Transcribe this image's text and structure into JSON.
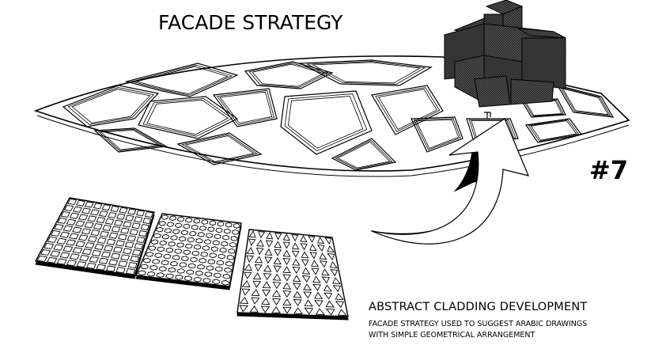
{
  "heading": "FACADE STRATEGY",
  "badge": "#7",
  "caption": {
    "title": "ABSTRACT CLADDING DEVELOPMENT",
    "line1": "FACADE STRATEGY USED TO SUGGEST ARABIC DRAWINGS",
    "line2": "WITH SIMPLE GEOMETRICAL  ARRANGEMENT"
  },
  "colors": {
    "ink": "#000000",
    "paper": "#ffffff",
    "panel": "#4a4a4a"
  },
  "grids": [
    {
      "name": "square-grid-panel",
      "pattern": "square"
    },
    {
      "name": "hexagonal-grid-panel",
      "pattern": "hexagon"
    },
    {
      "name": "triangular-grid-panel",
      "pattern": "triangle"
    }
  ]
}
